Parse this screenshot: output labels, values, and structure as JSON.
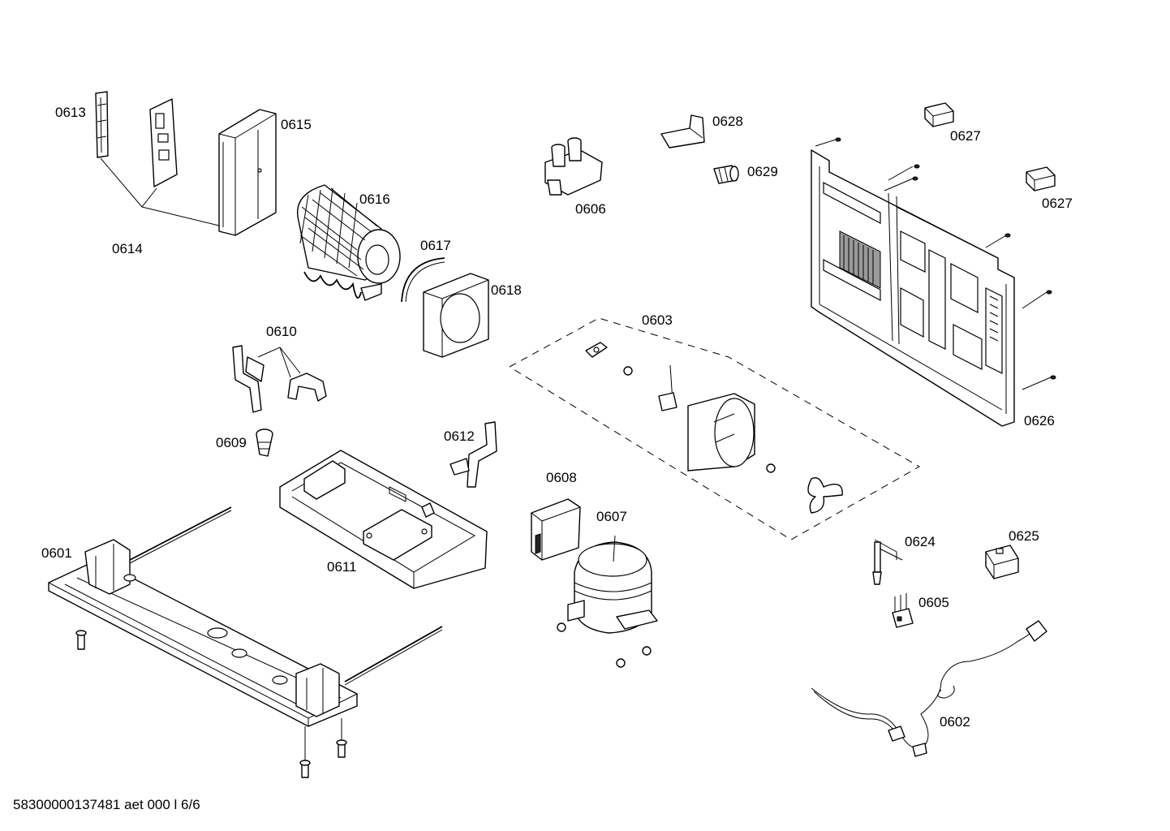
{
  "part_labels": {
    "p0601": "0601",
    "p0602": "0602",
    "p0603": "0603",
    "p0605": "0605",
    "p0606": "0606",
    "p0607": "0607",
    "p0608": "0608",
    "p0609": "0609",
    "p0610": "0610",
    "p0611": "0611",
    "p0612": "0612",
    "p0613": "0613",
    "p0614": "0614",
    "p0615": "0615",
    "p0616": "0616",
    "p0617": "0617",
    "p0618": "0618",
    "p0624": "0624",
    "p0625": "0625",
    "p0626": "0626",
    "p0627a": "0627",
    "p0627b": "0627",
    "p0628": "0628",
    "p0629": "0629"
  },
  "footer": {
    "drawing_id": "58300000137481 aet 000 l 6/6"
  }
}
